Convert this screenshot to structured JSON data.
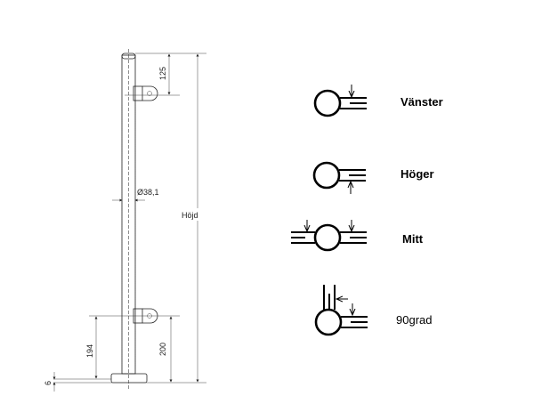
{
  "drawing": {
    "dimensions": {
      "top_offset": "125",
      "diameter": "Ø38,1",
      "height": "Höjd",
      "bottom_offset_right": "200",
      "bottom_offset_left": "194",
      "base_thickness": "6"
    }
  },
  "variants": [
    {
      "label": "Vänster"
    },
    {
      "label": "Höger"
    },
    {
      "label": "Mitt"
    },
    {
      "label": "90grad"
    }
  ]
}
